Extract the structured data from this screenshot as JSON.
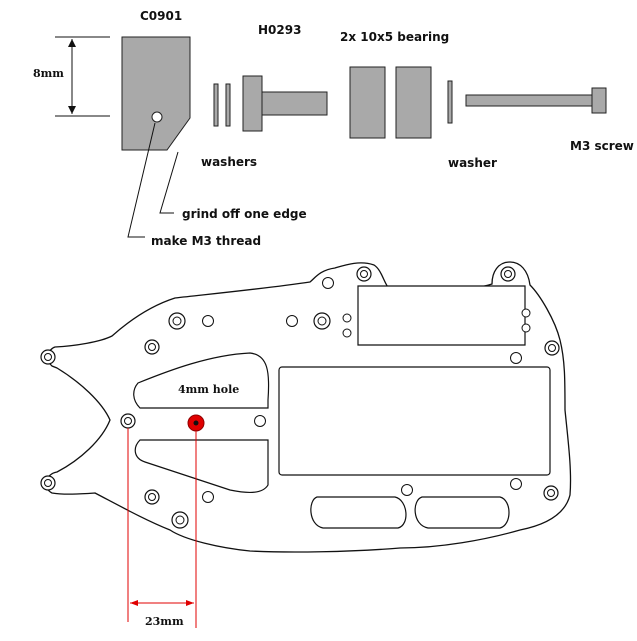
{
  "parts": {
    "spacer_code": "C0901",
    "hub_code": "H0293",
    "bearing_label": "2x  10x5 bearing",
    "washers_label": "washers",
    "washer_label": "washer",
    "screw_label": "M3 screw",
    "height_dim": "8mm"
  },
  "notes": {
    "grind": "grind off one edge",
    "thread": "make M3 thread"
  },
  "chassis": {
    "hole_label": "4mm hole",
    "distance_dim": "23mm"
  },
  "colors": {
    "part_fill": "#a9a9a9",
    "marker": "#e00000"
  }
}
